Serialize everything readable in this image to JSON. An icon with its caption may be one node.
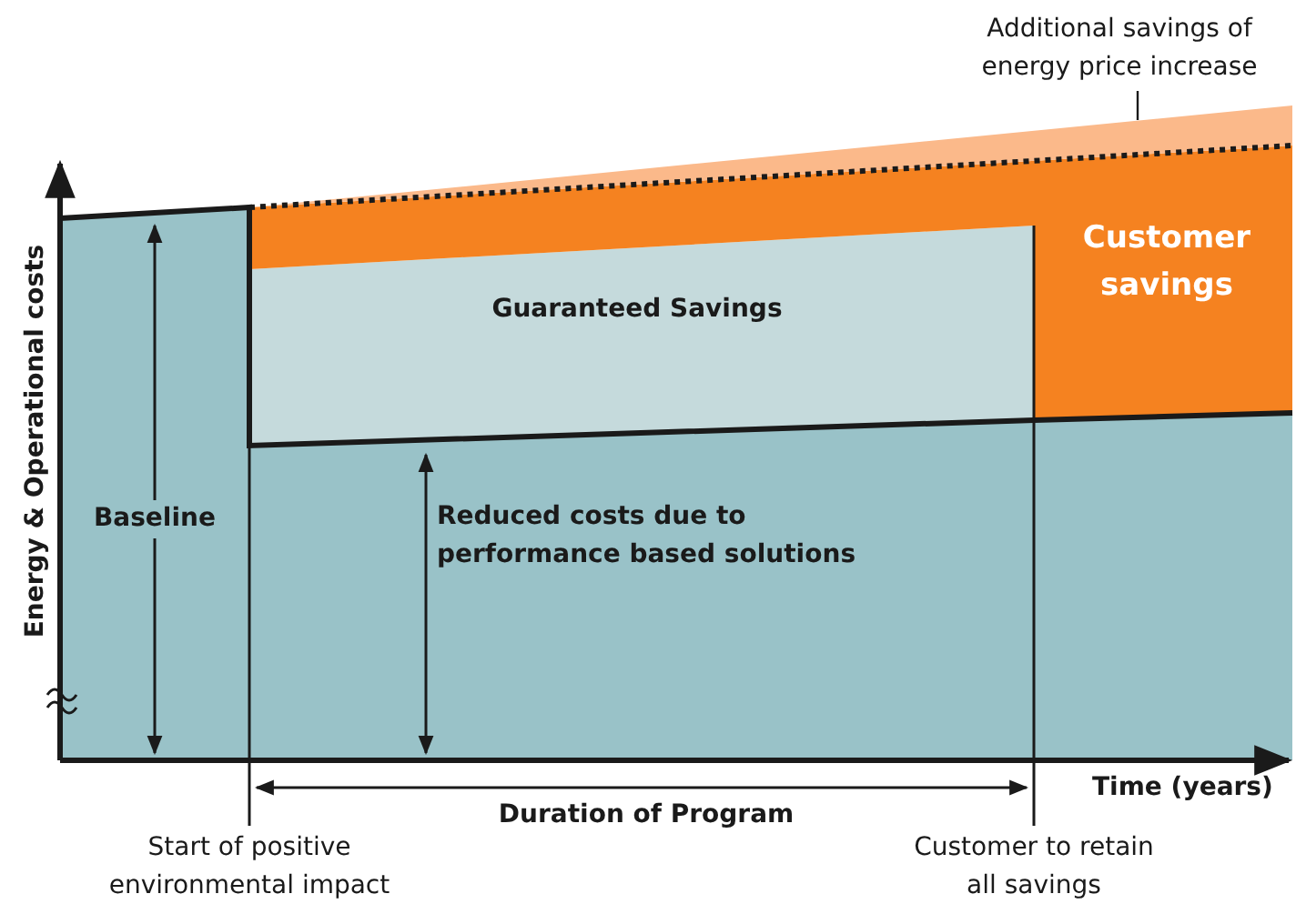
{
  "diagram": {
    "nodes": [
      {
        "text": [
          "Additional savings of energy price increase"
        ]
      },
      {
        "text": [],
        "shape": "band"
      }
    ],
    "edges": [
      {
        "from": 0,
        "to": 1,
        "arrow": "none"
      }
    ],
    "labels": [
      "Customer savings",
      "Guaranteed Savings",
      "Energy & Operational costs",
      "Baseline",
      "Reduced costs due to performance based solutions",
      "Time (years)",
      "Duration of Program",
      "Start of positive environmental impact",
      "Customer to retain all savings"
    ]
  }
}
